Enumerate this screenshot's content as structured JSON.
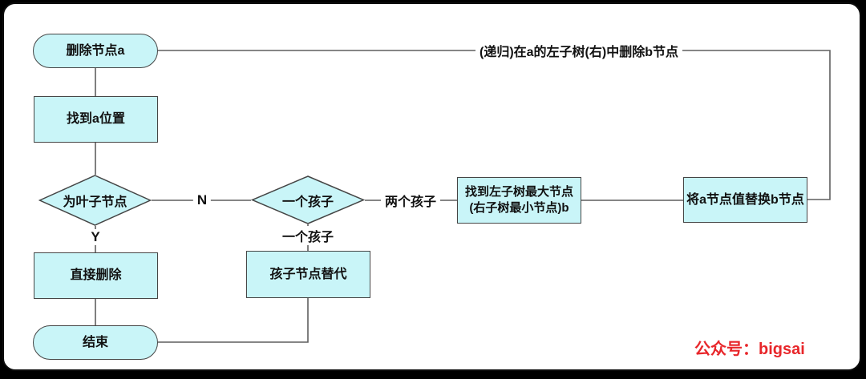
{
  "page": {
    "background_color": "#000000",
    "panel_color": "#ffffff"
  },
  "colors": {
    "node_fill": "#c9f5f8",
    "node_border": "#454545",
    "connector": "#5f5f5f",
    "text": "#111111",
    "watermark_red": "#e8262a"
  },
  "flowchart": {
    "nodes": {
      "start": {
        "label": "删除节点a",
        "shape": "stadium"
      },
      "find_position": {
        "label": "找到a位置",
        "shape": "rect"
      },
      "is_leaf": {
        "label": "为叶子节点",
        "shape": "diamond"
      },
      "direct_delete": {
        "label": "直接删除",
        "shape": "rect"
      },
      "end": {
        "label": "结束",
        "shape": "stadium"
      },
      "one_child": {
        "label": "一个孩子",
        "shape": "diamond"
      },
      "child_replace": {
        "label": "孩子节点替代",
        "shape": "rect"
      },
      "find_max": {
        "label": "找到左子树最大节点\n(右子树最小节点)b",
        "shape": "rect"
      },
      "replace_value": {
        "label": "将a节点值替换b节点",
        "shape": "rect"
      }
    },
    "edge_labels": {
      "no": "N",
      "yes": "Y",
      "two_children": "两个孩子",
      "one_child": "一个孩子",
      "recursive": "(递归)在a的左子树(右)中删除b节点"
    }
  },
  "watermark": {
    "text": "公众号：bigsai"
  }
}
